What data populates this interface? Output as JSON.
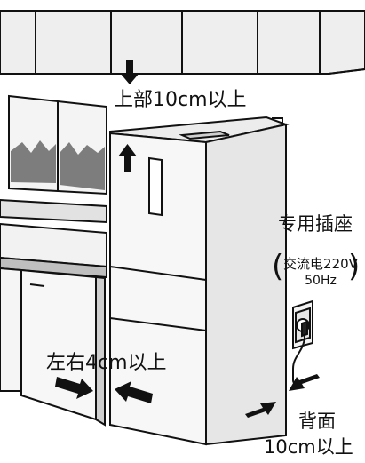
{
  "labels": {
    "top_clearance": "上部10cm以上",
    "side_clearance": "左右4cm以上",
    "socket_title": "专用插座",
    "socket_voltage": "交流电220V",
    "socket_frequency": "50Hz",
    "back_label": "背面",
    "back_clearance": "10cm以上"
  },
  "icons": [
    "arrow-icon",
    "power-socket-icon"
  ],
  "colors": {
    "line": "#111111",
    "fill": "#f2f2f2",
    "shade": "#d9d9d9",
    "dark": "#9a9a9a"
  }
}
